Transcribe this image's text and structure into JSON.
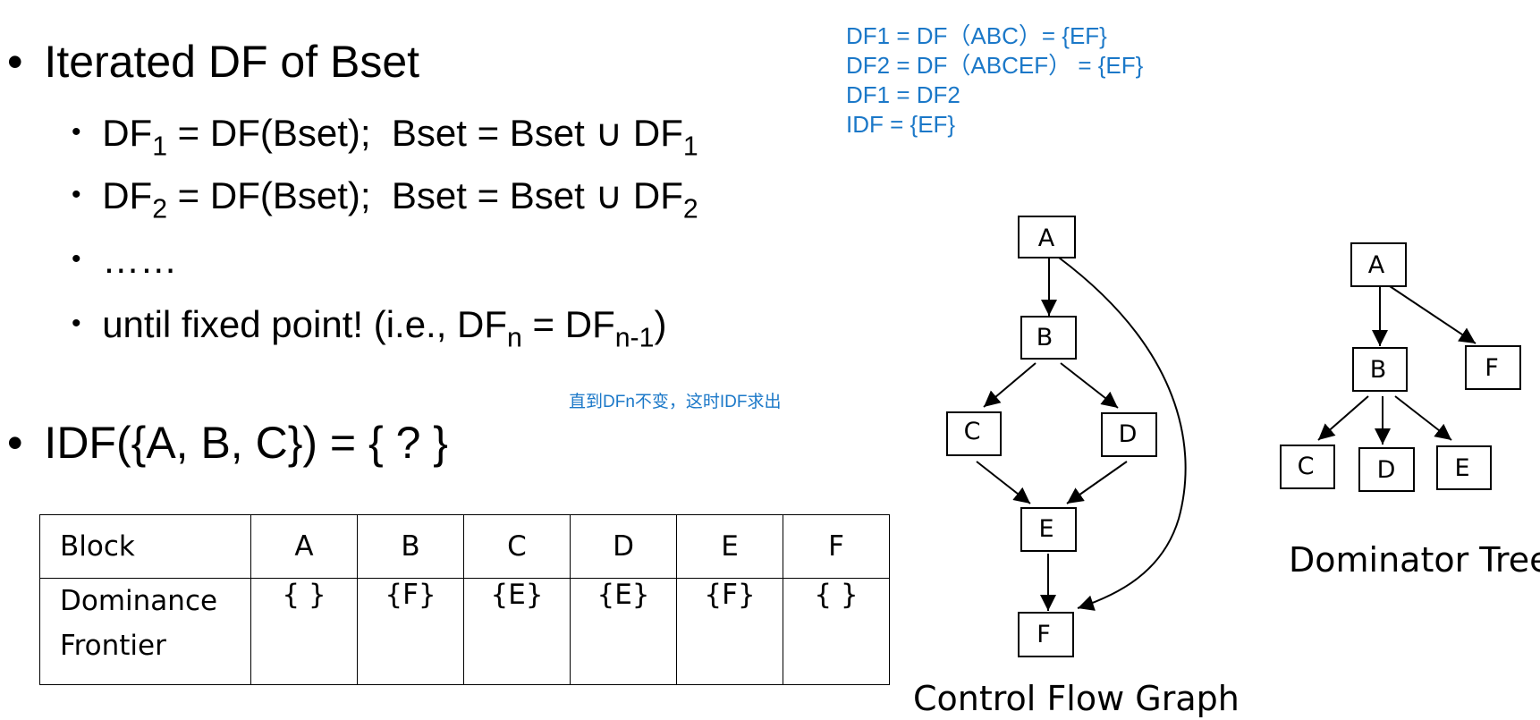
{
  "heading1": "Iterated DF of Bset",
  "steps": [
    {
      "pre": "DF",
      "sub1": "1",
      "mid": " = DF(Bset);  Bset = Bset ∪ DF",
      "sub2": "1"
    },
    {
      "pre": "DF",
      "sub1": "2",
      "mid": " = DF(Bset);  Bset = Bset ∪ DF",
      "sub2": "2"
    }
  ],
  "ellipsis": "……",
  "until": {
    "pre": "until fixed point! (i.e., DF",
    "sub1": "n",
    "mid": " = DF",
    "sub2": "n-1",
    "post": ")"
  },
  "note_until": "直到DFn不变，这时IDF求出",
  "heading2": "IDF({A, B, C}) = { ? }",
  "notes": [
    "DF1 = DF（ABC）= {EF}",
    "DF2 = DF（ABCEF） = {EF}",
    "DF1 = DF2",
    "IDF = {EF}"
  ],
  "table": {
    "header_label": "Block",
    "blocks": [
      "A",
      "B",
      "C",
      "D",
      "E",
      "F"
    ],
    "row_label_1": "Dominance",
    "row_label_2": "Frontier",
    "frontiers": [
      "{ }",
      "{F}",
      "{E}",
      "{E}",
      "{F}",
      "{ }"
    ]
  },
  "cfg": {
    "caption": "Control Flow Graph",
    "nodes": [
      "A",
      "B",
      "C",
      "D",
      "E",
      "F"
    ]
  },
  "domtree": {
    "caption": "Dominator Tree",
    "nodes": [
      "A",
      "B",
      "C",
      "D",
      "E",
      "F"
    ]
  }
}
